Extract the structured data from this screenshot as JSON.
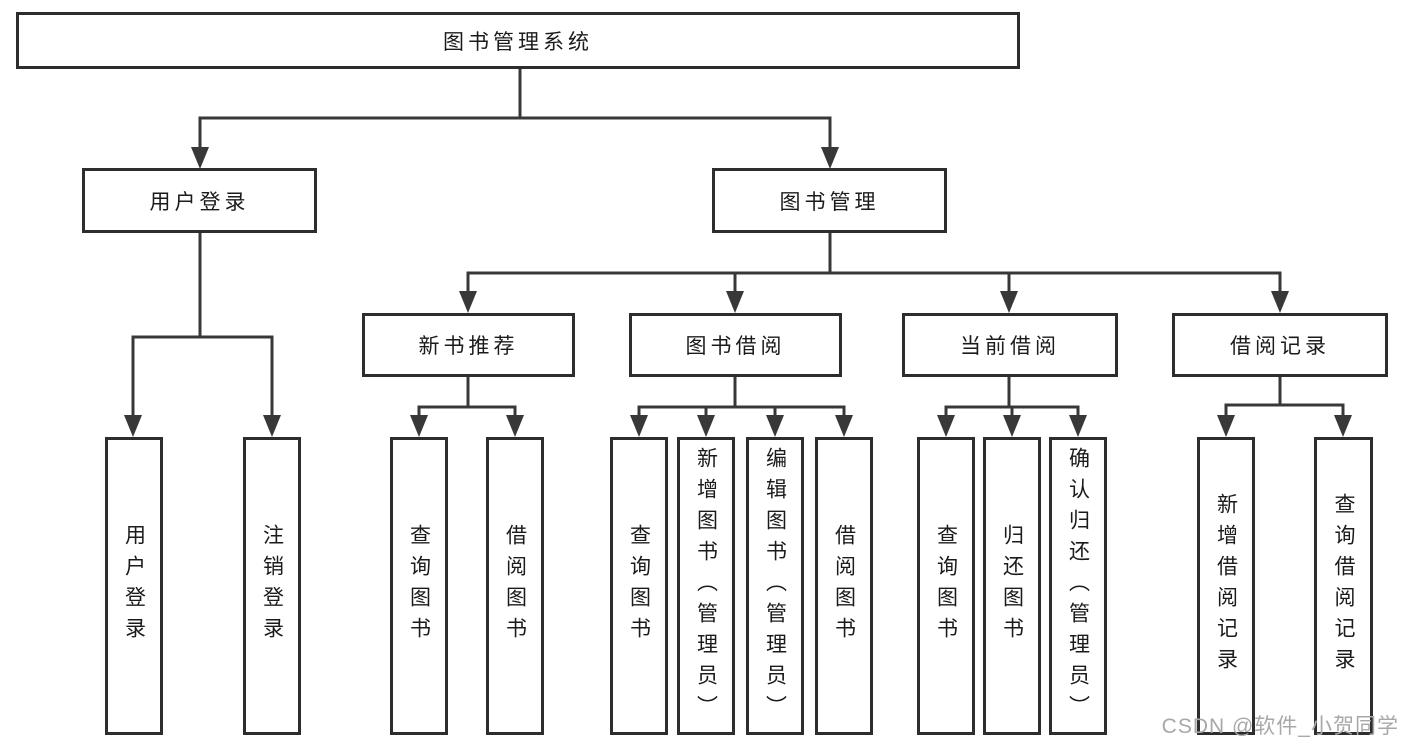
{
  "colors": {
    "line": "#383838",
    "box_border": "#2d2d2d",
    "box_fill": "#ffffff",
    "text": "#1b1b1b",
    "watermark": "#a8a8a8",
    "background": "#ffffff"
  },
  "watermark": {
    "text": "CSDN @软件_小贺同学"
  },
  "tree": {
    "root": "图书管理系统",
    "branches": [
      {
        "label": "用户登录",
        "children": [
          "用户登录",
          "注销登录"
        ]
      },
      {
        "label": "图书管理",
        "groups": [
          {
            "label": "新书推荐",
            "children": [
              "查询图书",
              "借阅图书"
            ]
          },
          {
            "label": "图书借阅",
            "children": [
              "查询图书",
              "新增图书（管理员）",
              "编辑图书（管理员）",
              "借阅图书"
            ]
          },
          {
            "label": "当前借阅",
            "children": [
              "查询图书",
              "归还图书",
              "确认归还（管理员）"
            ]
          },
          {
            "label": "借阅记录",
            "children": [
              "新增借阅记录",
              "查询借阅记录"
            ]
          }
        ]
      }
    ]
  }
}
